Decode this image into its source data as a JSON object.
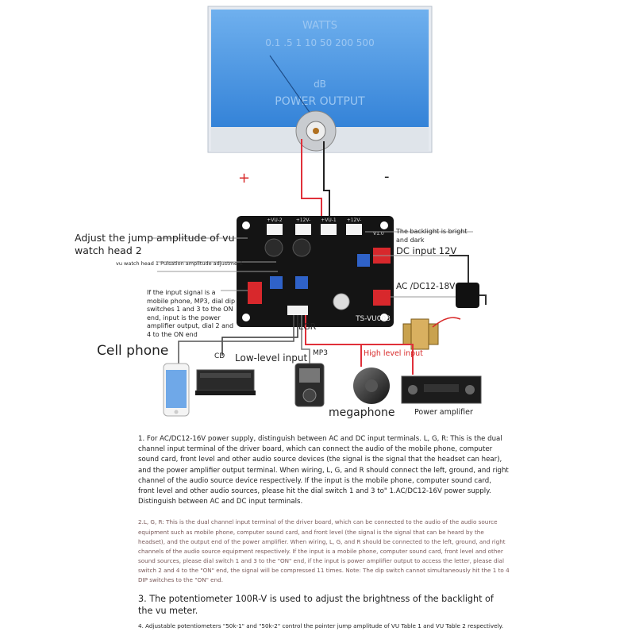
{
  "meter": {
    "scale_top": "WATTS",
    "scale_numbers": "0.1 .5 1 10 50 200 500",
    "scale_db": "dB",
    "scale_bottom": "POWER OUTPUT"
  },
  "polarity": {
    "plus": "+",
    "minus": "-"
  },
  "board": {
    "model": "TS-VU003",
    "headers": [
      "+VU-2",
      "+12V-",
      "+VU-1",
      "+12V-"
    ],
    "version": "V1.0"
  },
  "labels": {
    "jump_amplitude": "Adjust the jump amplitude of vu watch head 2",
    "head1_adjust": "vu watch head 1 Pulsation amplitude  adjustment",
    "dip_note": "If the input signal is a mobile phone, MP3, dial dip switches 1 and 3 to the ON end, input is the power amplifier output, dial 2 and 4 to the ON end",
    "backlight": "The backlight is bright and dark",
    "dc_input": "DC input 12V",
    "ac_dc": "AC /DC12-18V",
    "lgr": "LGR",
    "cell_phone": "Cell phone",
    "cd": "CD",
    "low_level": "Low-level input",
    "mp3": "MP3",
    "high_level": "High level input",
    "megaphone": "megaphone",
    "power_amp": "Power amplifier"
  },
  "notes": {
    "p1": "1. For AC/DC12-16V power supply, distinguish between AC and DC input terminals. L, G, R: This is the dual channel input terminal of the driver board, which can connect the audio of the mobile phone, computer sound card, front level and other audio source devices (the signal is the signal that the headset can hear), and the power amplifier output terminal. When wiring, L, G, and R should connect the left, ground, and right channel of the audio source device respectively. If the input is the mobile phone, computer sound card, front level and other audio sources, please hit the dial switch 1 and 3 to\" 1.AC/DC12-16V power supply. Distinguish between AC and DC input terminals.",
    "p2": "2.L, G, R: This is the dual channel input terminal of the driver board, which can be connected to the audio of the audio source equipment such as mobile phone, computer sound card, and front level (the signal is the signal that can be heard by the headset), and the output end of the power amplifier. When wiring, L, G, and R should be connected to the left, ground, and right channels of the audio source equipment respectively. If the input is a mobile phone, computer sound card, front level and other sound sources, please dial switch 1 and 3 to the \"ON\" end, if the input is power amplifier output to access the letter, please dial switch 2 and 4 to the \"ON\" end, the signal will be compressed 11 times.",
    "p2_note": " Note: The dip switch cannot simultaneously hit the 1 to 4 DIP switches to the \"ON\" end.",
    "p3": "3. The potentiometer 100R-V is used to adjust the brightness of the backlight of the vu meter.",
    "p4": "4. Adjustable potentiometers \"50k-1\" and \"50k-2\" control the pointer jump amplitude of VU Table 1 and VU Table 2 respectively."
  },
  "colors": {
    "meter_blue": "#3d8fe0",
    "wire_red": "#e0303a",
    "board_black": "#141414",
    "dip_red": "#d8282c"
  }
}
